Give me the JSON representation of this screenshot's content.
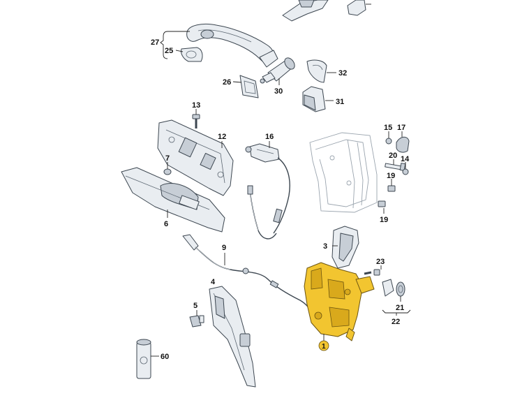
{
  "callouts": {
    "c1": "1",
    "c3": "3",
    "c4": "4",
    "c5": "5",
    "c6": "6",
    "c7": "7",
    "c9": "9",
    "c12": "12",
    "c13": "13",
    "c14": "14",
    "c15": "15",
    "c16": "16",
    "c17": "17",
    "c19a": "19",
    "c19b": "19",
    "c20": "20",
    "c21": "21",
    "c22": "22",
    "c23": "23",
    "c25": "25",
    "c26": "26",
    "c27": "27",
    "c30": "30",
    "c31": "31",
    "c32": "32",
    "c60": "60"
  },
  "colors": {
    "highlight": "#f2c530",
    "part_fill": "#e9edf1",
    "outline": "#3c4650"
  }
}
